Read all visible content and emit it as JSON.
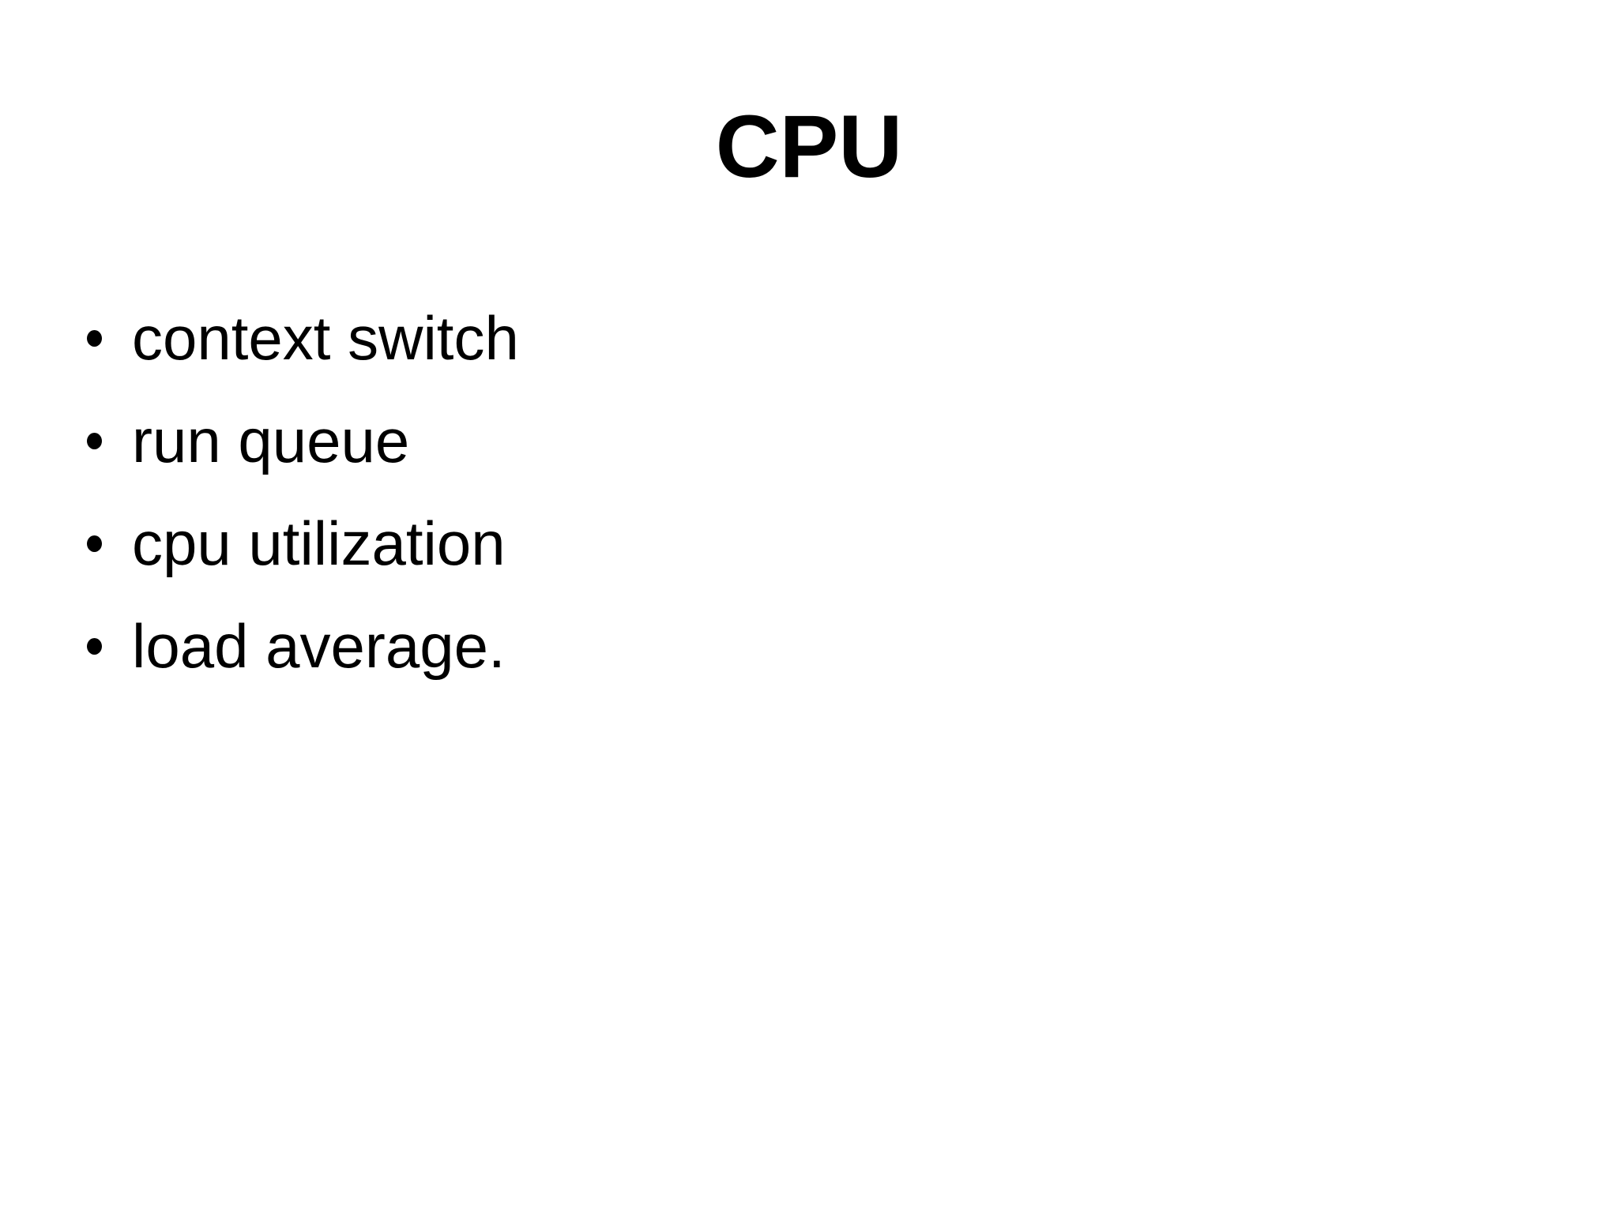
{
  "slide": {
    "title": "CPU",
    "bullets": [
      "context switch",
      "run queue",
      "cpu utilization",
      "load average."
    ]
  },
  "colors": {
    "background": "#ffffff",
    "text": "#000000"
  }
}
